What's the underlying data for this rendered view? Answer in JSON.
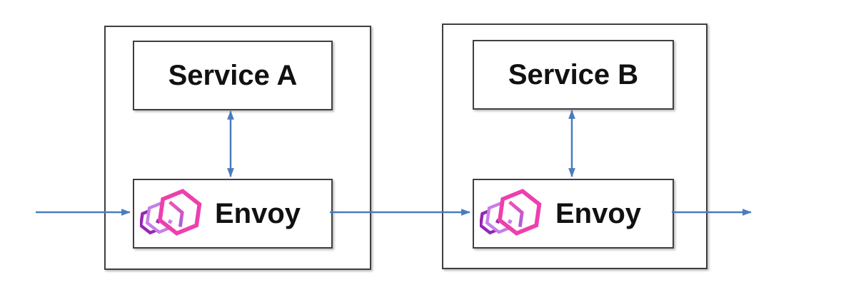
{
  "groups": [
    {
      "service_label": "Service A",
      "proxy_label": "Envoy"
    },
    {
      "service_label": "Service B",
      "proxy_label": "Envoy"
    }
  ],
  "icons": {
    "envoy_logo": "envoy-hexagon-logo-icon"
  },
  "colors": {
    "arrow": "#4a7cbd",
    "box_border": "#3f3f3f",
    "envoy_pink": "#ee3fae",
    "envoy_violet": "#c77fe8",
    "envoy_purple": "#9526b3",
    "text": "#111111"
  }
}
